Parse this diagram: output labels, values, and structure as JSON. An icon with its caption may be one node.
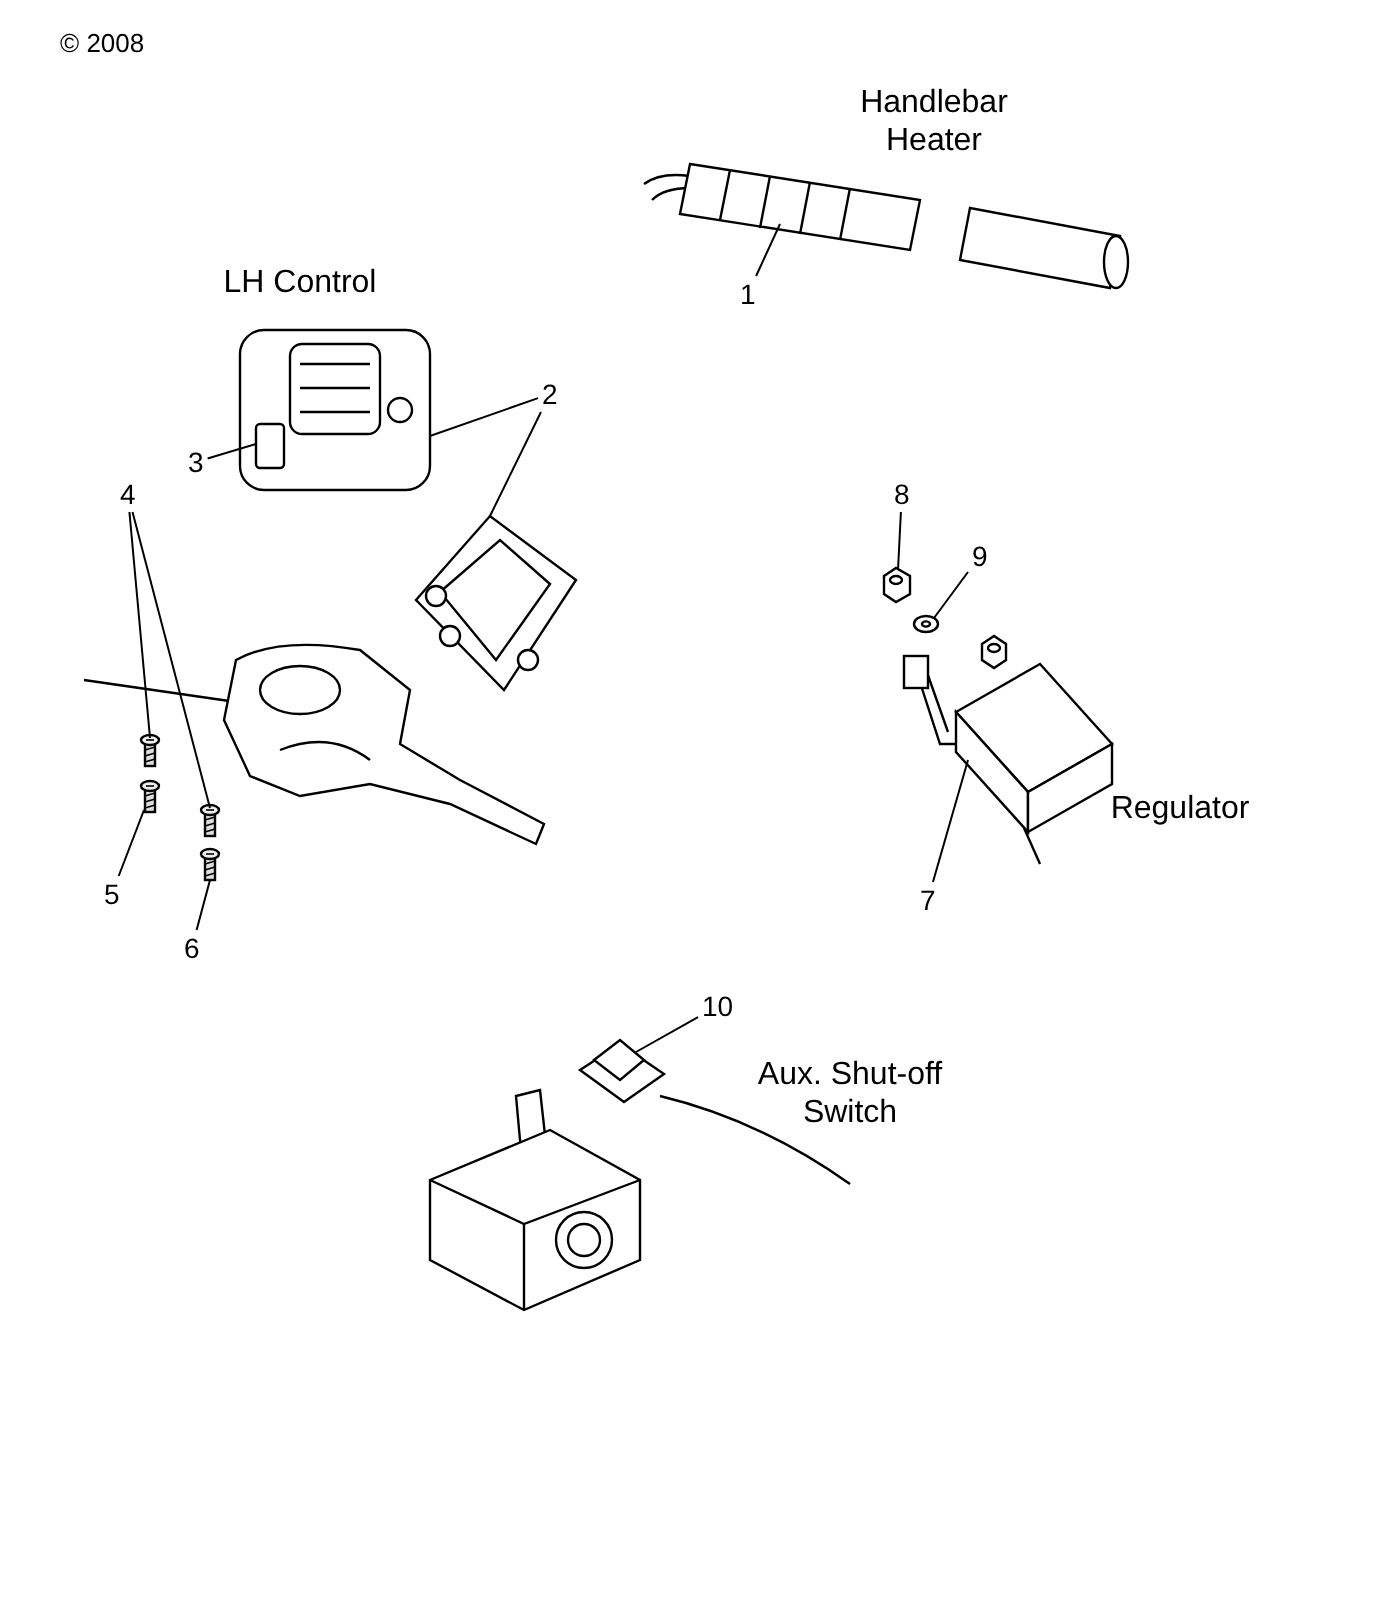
{
  "diagram": {
    "nodes": [
      {
        "text": [
          "1"
        ]
      },
      {
        "text": [],
        "shape": "picture",
        "beside": [
          "Handlebar Heater"
        ]
      },
      {
        "text": [],
        "shape": "picture",
        "beside": [
          "LH Control"
        ]
      },
      {
        "text": [
          "2"
        ]
      },
      {
        "text": [
          "3"
        ]
      },
      {
        "text": [],
        "shape": "picture"
      },
      {
        "text": [
          "4"
        ]
      },
      {
        "text": [],
        "shape": "picture"
      },
      {
        "text": [],
        "shape": "picture"
      },
      {
        "text": [],
        "shape": "picture"
      },
      {
        "text": [],
        "shape": "picture"
      },
      {
        "text": [
          "5"
        ]
      },
      {
        "text": [
          "6"
        ]
      },
      {
        "text": [
          "8"
        ]
      },
      {
        "text": [],
        "shape": "picture"
      },
      {
        "text": [
          "9"
        ]
      },
      {
        "text": [],
        "shape": "picture"
      },
      {
        "text": [],
        "shape": "picture",
        "beside": [
          "Regulator"
        ]
      },
      {
        "text": [
          "7"
        ]
      },
      {
        "text": [
          "10"
        ]
      },
      {
        "text": [],
        "shape": "picture"
      }
    ],
    "edges": [
      {
        "from": 0,
        "to": 1,
        "arrow": "none"
      },
      {
        "from": 3,
        "to": 2,
        "arrow": "none"
      },
      {
        "from": 3,
        "to": 5,
        "arrow": "none"
      },
      {
        "from": 4,
        "to": 2,
        "arrow": "none"
      },
      {
        "from": 6,
        "to": 7,
        "arrow": "none"
      },
      {
        "from": 6,
        "to": 9,
        "arrow": "none"
      },
      {
        "from": 11,
        "to": 8,
        "arrow": "none"
      },
      {
        "from": 12,
        "to": 10,
        "arrow": "none"
      },
      {
        "from": 13,
        "to": 14,
        "arrow": "none"
      },
      {
        "from": 15,
        "to": 16,
        "arrow": "none"
      },
      {
        "from": 18,
        "to": 17,
        "arrow": "none"
      },
      {
        "from": 19,
        "to": 20,
        "arrow": "none"
      }
    ],
    "labels": [
      "© 2008",
      "Aux. Shut-off Switch"
    ]
  }
}
